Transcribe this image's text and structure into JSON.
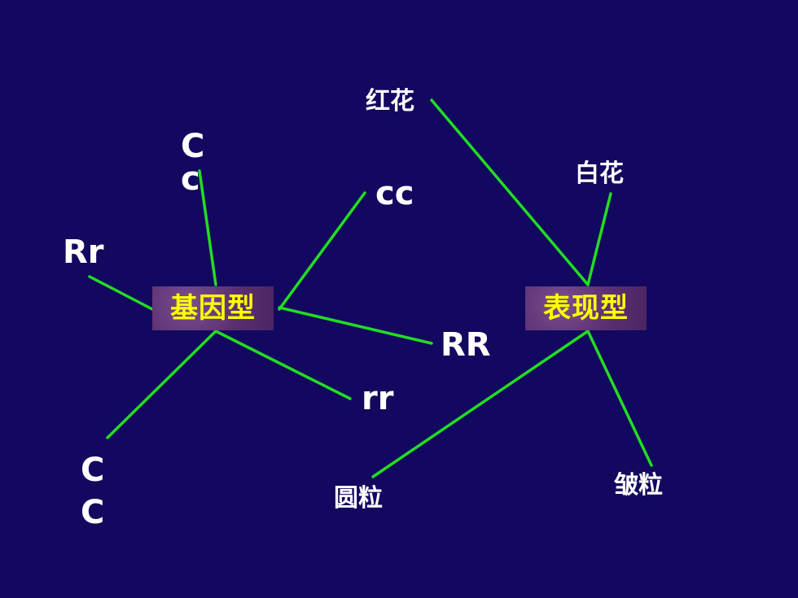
{
  "colors": {
    "background": "#13085f",
    "line": "#22dd22",
    "hub_text": "#ffff00",
    "label_text": "#ffffff",
    "hub_fill": "#5b2f72"
  },
  "hubs": {
    "genotype": "基因型",
    "phenotype": "表现型"
  },
  "genotypes": {
    "cc_top_1": "C",
    "cc_top_2": "c",
    "cc_lower": "cc",
    "rr_hetero": "Rr",
    "rr_dom": "RR",
    "rr_rec": "rr",
    "cc_bottom_1": "C",
    "cc_bottom_2": "C"
  },
  "phenotypes": {
    "red_flower": "红花",
    "white_flower": "白花",
    "round_seed": "圆粒",
    "wrinkled_seed": "皱粒"
  }
}
